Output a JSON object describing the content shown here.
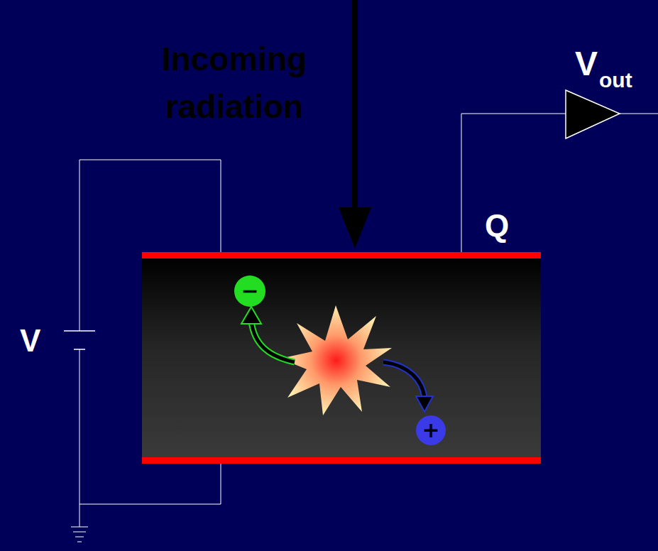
{
  "diagram": {
    "nodes": [
      {
        "text": [
          "−"
        ]
      },
      {
        "text": [
          "+"
        ]
      }
    ],
    "labels": [
      "Incoming radiation",
      "V",
      "out",
      "Q",
      "V"
    ]
  }
}
